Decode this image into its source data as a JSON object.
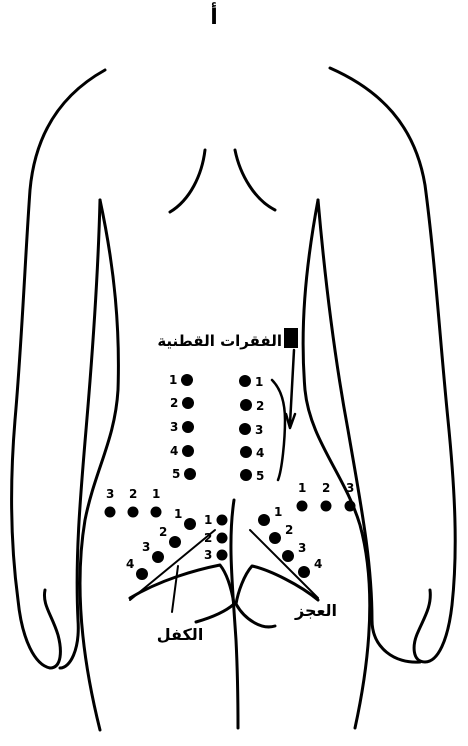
{
  "figure": {
    "letter": "أ",
    "labels": {
      "lumbar": "الفقرات القطنية",
      "sacrum": "العجز",
      "buttock": "الكفل"
    },
    "numbers": {
      "lumbar_left": [
        "1",
        "2",
        "3",
        "4",
        "5"
      ],
      "lumbar_right": [
        "1",
        "2",
        "3",
        "4",
        "5"
      ],
      "iliac_left": [
        "3",
        "2",
        "1"
      ],
      "iliac_right": [
        "1",
        "2",
        "3"
      ],
      "sacral_center": [
        "1",
        "2",
        "3"
      ],
      "sacral_left": [
        "1",
        "2",
        "3",
        "4"
      ],
      "sacral_right": [
        "1",
        "2",
        "3",
        "4"
      ]
    },
    "colors": {
      "ink": "#000000",
      "background": "#ffffff"
    }
  }
}
